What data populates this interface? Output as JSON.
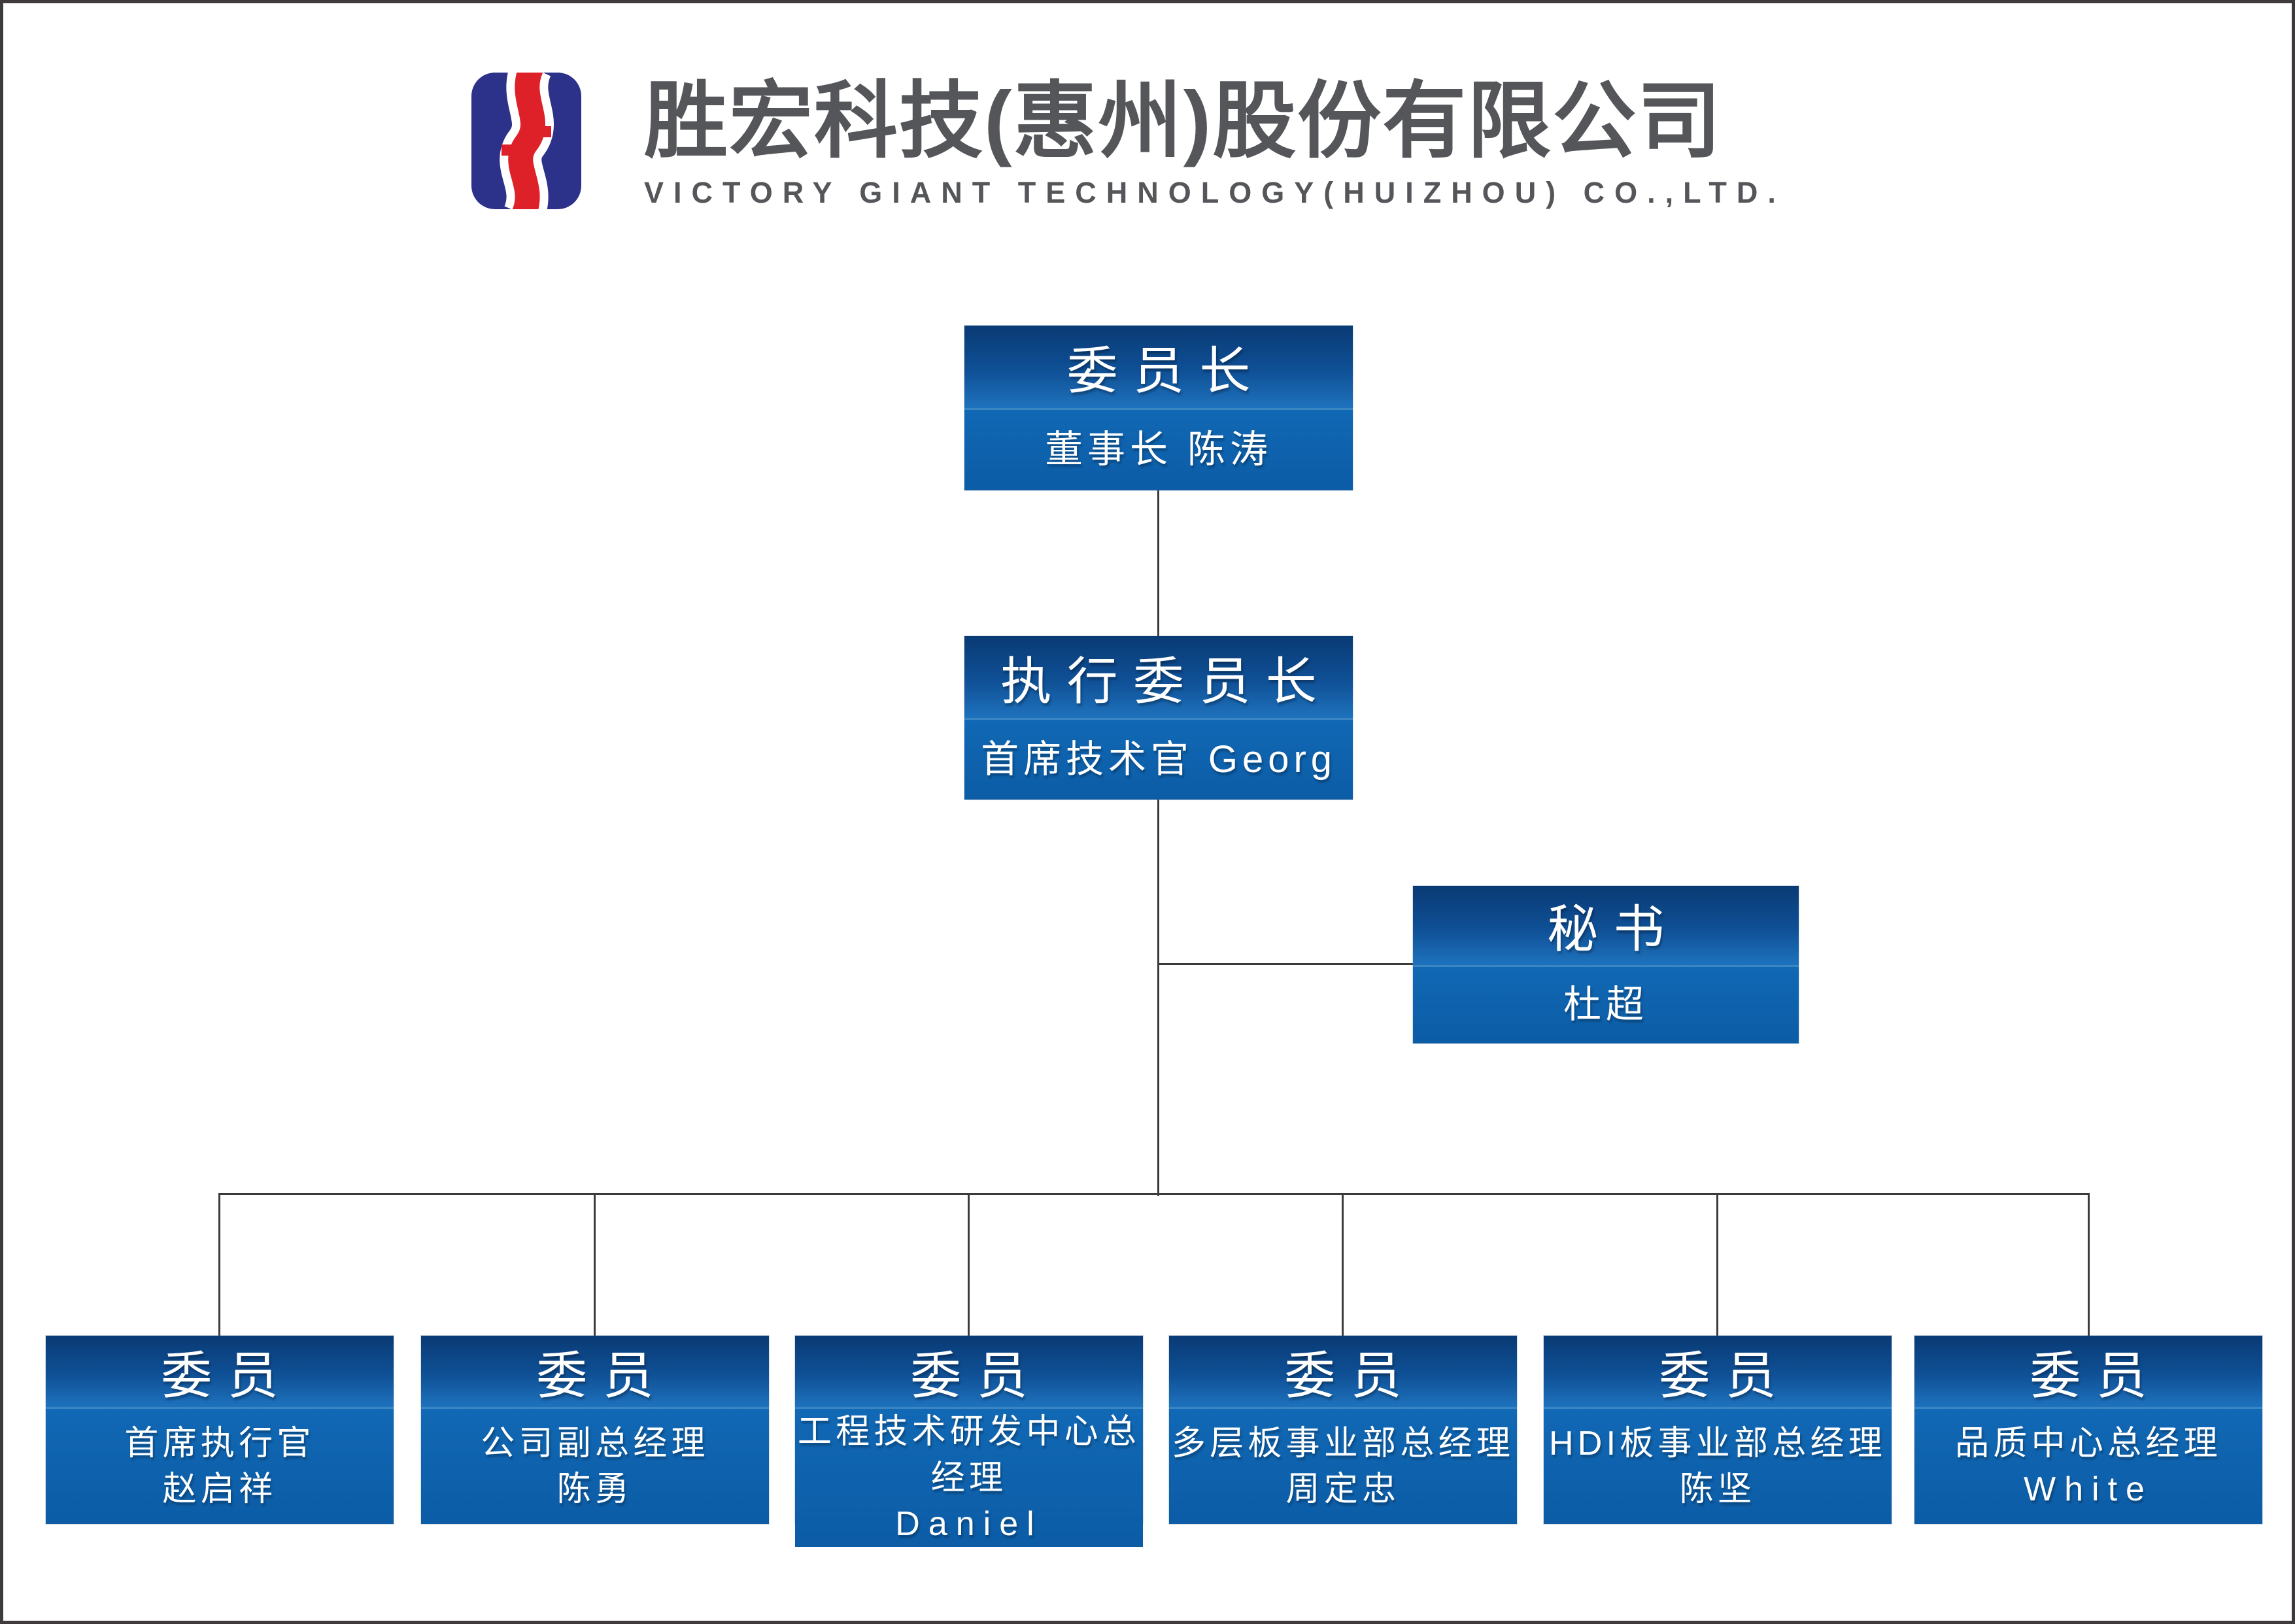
{
  "page": {
    "background": "#ffffff",
    "frame_color": "#3f3b3a"
  },
  "header": {
    "logo": {
      "name": "victory-giant-logo",
      "blue": "#2c3189",
      "red": "#de2128"
    },
    "company_name_cn": "胜宏科技(惠州)股份有限公司",
    "company_name_en": "VICTORY GIANT TECHNOLOGY(HUIZHOU) CO.,LTD.",
    "text_color": "#55565a"
  },
  "org_chart": {
    "node_colors": {
      "gradient_top": "#093a74",
      "gradient_bottom_of_title": "#1e72bd",
      "body": "#0e63ae",
      "text": "#ffffff"
    },
    "connector_color": "#3b3b3b",
    "nodes": [
      {
        "role_title": "委员长",
        "lines": [
          "董事长 陈涛"
        ]
      },
      {
        "role_title": "执行委员长",
        "lines": [
          "首席技术官 Georg"
        ]
      },
      {
        "role_title": "秘书",
        "lines": [
          "杜超"
        ]
      },
      {
        "role_title": "委员",
        "lines": [
          "首席执行官",
          "赵启祥"
        ]
      },
      {
        "role_title": "委员",
        "lines": [
          "公司副总经理",
          "陈勇"
        ]
      },
      {
        "role_title": "委员",
        "lines": [
          "工程技术研发中心总经理",
          "Daniel"
        ]
      },
      {
        "role_title": "委员",
        "lines": [
          "多层板事业部总经理",
          "周定忠"
        ]
      },
      {
        "role_title": "委员",
        "lines": [
          "HDI板事业部总经理",
          "陈坚"
        ]
      },
      {
        "role_title": "委员",
        "lines": [
          "品质中心总经理",
          "White"
        ]
      }
    ]
  }
}
